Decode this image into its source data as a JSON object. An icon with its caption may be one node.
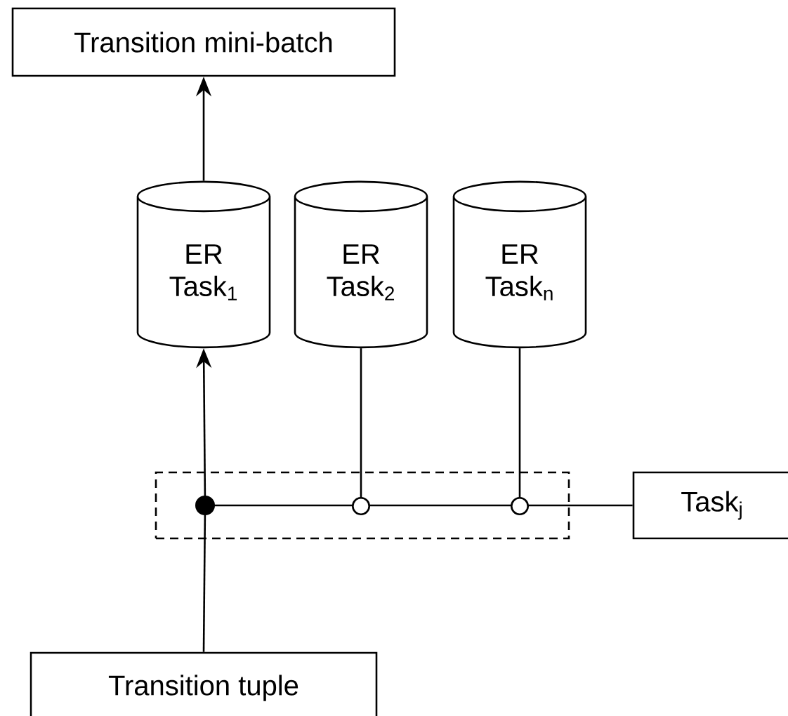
{
  "diagram": {
    "nodes": [
      {
        "text": [
          "Transition mini-batch"
        ]
      },
      {
        "text": [
          "ER Task$_{1}$"
        ]
      },
      {
        "text": [
          "ER Task$_{2}$"
        ]
      },
      {
        "text": [
          "ER Task$_{n}$"
        ]
      },
      {
        "text": [],
        "shape": "box"
      },
      {
        "text": [
          "Task$_{j}$"
        ]
      },
      {
        "text": [
          "Transition tuple"
        ]
      }
    ],
    "edges": [
      {
        "from": 6,
        "to": 4,
        "arrow": "none"
      },
      {
        "from": 4,
        "to": 1,
        "arrow": "to"
      },
      {
        "from": 1,
        "to": 0,
        "arrow": "to"
      },
      {
        "from": 5,
        "to": 4,
        "arrow": "other"
      },
      {
        "from": 2,
        "to": 4,
        "arrow": "other"
      },
      {
        "from": 3,
        "to": 4,
        "arrow": "other"
      }
    ]
  }
}
